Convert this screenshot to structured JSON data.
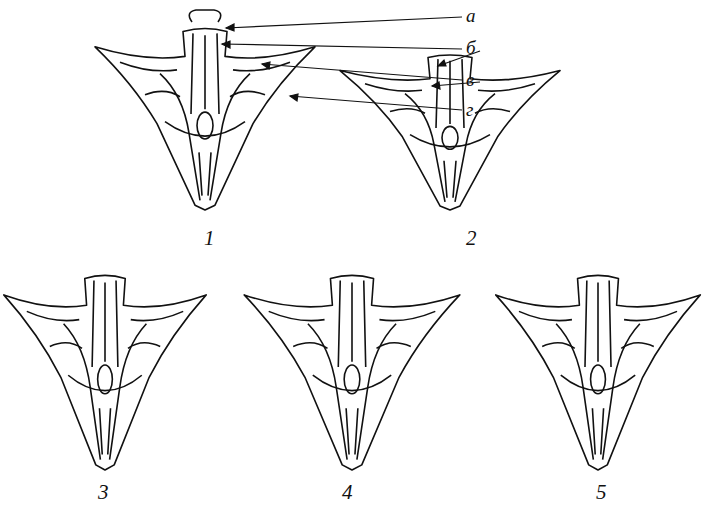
{
  "diagram": {
    "labels": [
      "а",
      "б",
      "в",
      "г",
      "1",
      "2",
      "3",
      "4",
      "5"
    ]
  }
}
